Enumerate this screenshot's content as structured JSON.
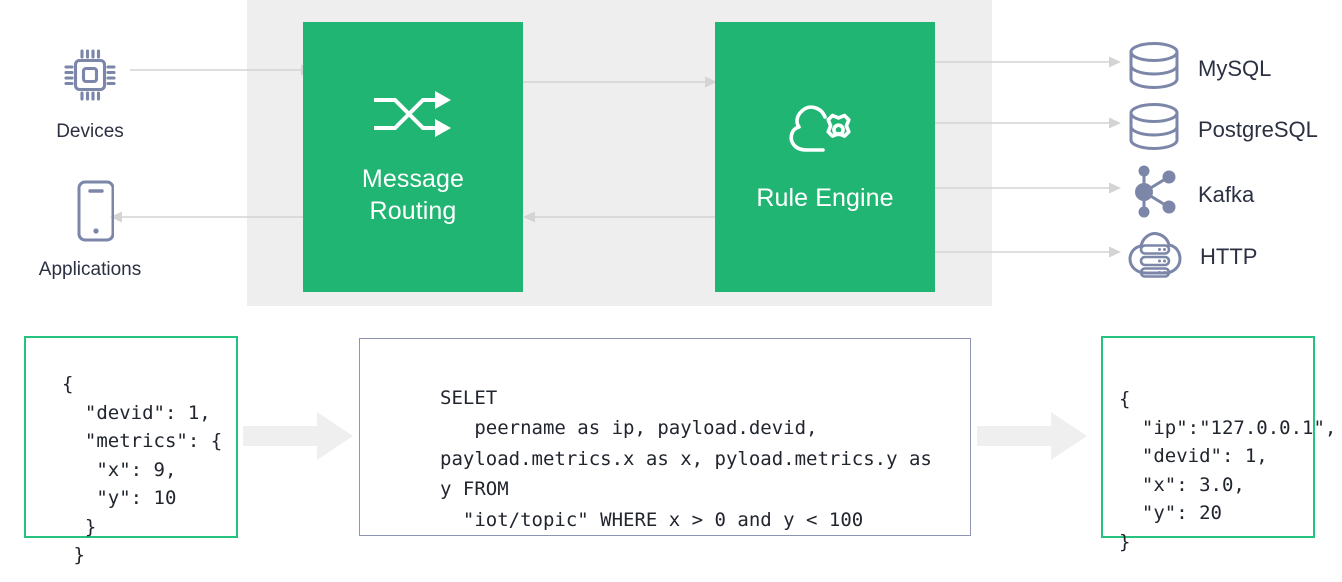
{
  "diagram": {
    "title": "EMQX message routing and rule engine data flow",
    "colors": {
      "green_box": "#21b573",
      "green_border": "#25c37f",
      "blue_border": "#8c96b4",
      "panel_grey": "#eeeeee",
      "arrow_grey": "#d4d4d4",
      "block_arrow_grey": "#efefef",
      "icon_slate": "#7b86a8",
      "text_dark": "#2c3142"
    }
  },
  "sources": [
    {
      "id": "devices",
      "label": "Devices",
      "icon": "chip-icon"
    },
    {
      "id": "applications",
      "label": "Applications",
      "icon": "smartphone-icon"
    }
  ],
  "stages": [
    {
      "id": "message-routing",
      "label": "Message\nRouting",
      "icon": "shuffle-icon"
    },
    {
      "id": "rule-engine",
      "label": "Rule Engine",
      "icon": "cloud-gear-icon"
    }
  ],
  "destinations": [
    {
      "id": "mysql",
      "label": "MySQL",
      "icon": "database-icon"
    },
    {
      "id": "postgresql",
      "label": "PostgreSQL",
      "icon": "database-icon"
    },
    {
      "id": "kafka",
      "label": "Kafka",
      "icon": "node-graph-icon"
    },
    {
      "id": "http",
      "label": "HTTP",
      "icon": "cloud-server-icon"
    }
  ],
  "code": {
    "input": {
      "title": "input-payload",
      "text": "{\n  \"devid\": 1,\n  \"metrics\": {\n   \"x\": 9,\n   \"y\": 10\n  }\n }"
    },
    "sql": {
      "title": "rule-sql",
      "text": "SELET\n   peername as ip, payload.devid,\npayload.metrics.x as x, pyload.metrics.y as\ny FROM\n  \"iot/topic\" WHERE x > 0 and y < 100"
    },
    "output": {
      "title": "output-payload",
      "text": "{\n  \"ip\":\"127.0.0.1\",\n  \"devid\": 1,\n  \"x\": 3.0,\n  \"y\": 20\n}"
    }
  },
  "flows": [
    {
      "id": "devices-to-routing",
      "direction": "right"
    },
    {
      "id": "routing-to-applications",
      "direction": "left"
    },
    {
      "id": "routing-to-rule-engine",
      "direction": "right"
    },
    {
      "id": "rule-engine-to-routing",
      "direction": "left"
    },
    {
      "id": "rule-engine-to-mysql",
      "direction": "right"
    },
    {
      "id": "rule-engine-to-postgresql",
      "direction": "right"
    },
    {
      "id": "rule-engine-to-kafka",
      "direction": "right"
    },
    {
      "id": "rule-engine-to-http",
      "direction": "right"
    },
    {
      "id": "input-to-sql",
      "direction": "right"
    },
    {
      "id": "sql-to-output",
      "direction": "right"
    }
  ]
}
